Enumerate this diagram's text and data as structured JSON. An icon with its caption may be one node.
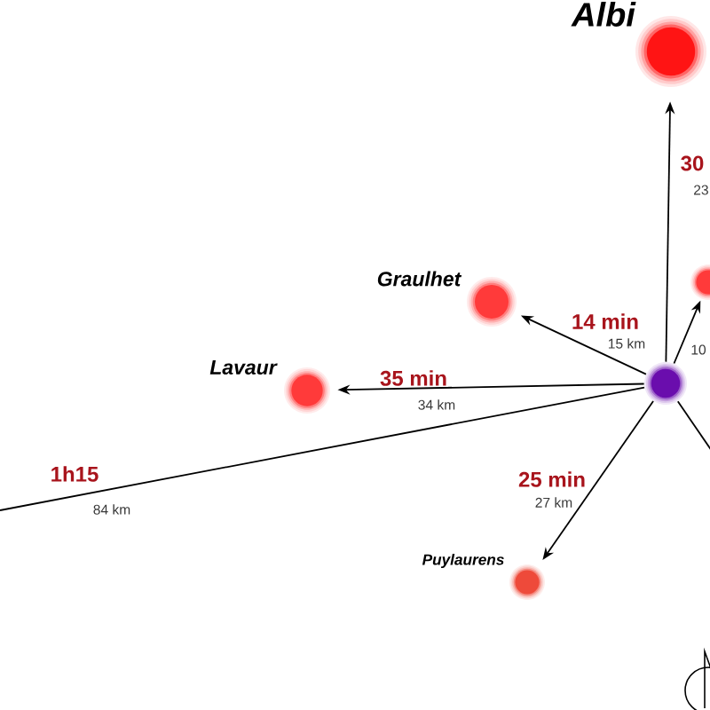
{
  "diagram": {
    "nodes": [
      {
        "text": [
          "Albi"
        ]
      },
      {
        "text": [],
        "shape": "circle"
      },
      {
        "text": [
          "Graulhet"
        ]
      },
      {
        "text": [],
        "shape": "circle"
      },
      {
        "text": [
          "Lavaur"
        ]
      },
      {
        "text": [
          "Puylaurens"
        ]
      }
    ],
    "edges": [
      {
        "from": 3,
        "to": 0,
        "arrow": "to",
        "label": "30"
      },
      {
        "from": 3,
        "to": 1,
        "arrow": "to"
      },
      {
        "from": 3,
        "to": 2,
        "arrow": "to",
        "label": "14 min"
      },
      {
        "from": 3,
        "to": 4,
        "arrow": "to",
        "label": "35 min"
      },
      {
        "from": 3,
        "to": null,
        "arrow": "none",
        "label": "1h15"
      },
      {
        "from": 3,
        "to": 5,
        "arrow": "to",
        "label": "25 min"
      },
      {
        "from": 3,
        "to": null,
        "arrow": "none"
      }
    ],
    "labels": [
      "23",
      "15 km",
      "10",
      "34 km",
      "27 km",
      "84 km"
    ]
  }
}
